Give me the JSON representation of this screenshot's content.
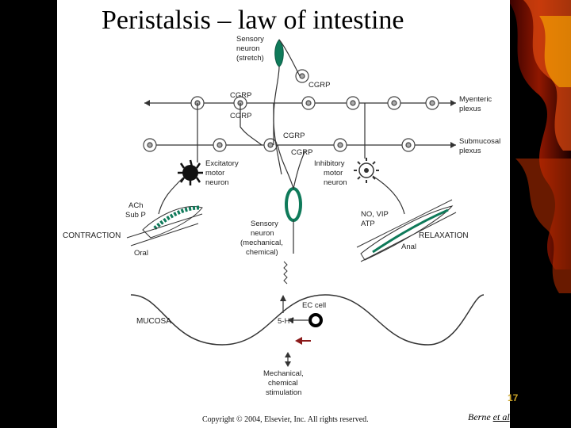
{
  "slide": {
    "title": "Peristalsis – law of intestine",
    "page_number": "17",
    "citation_author": "Berne",
    "citation_suffix": "et al",
    "copyright": "Copyright © 2004, Elsevier, Inc. All rights reserved."
  },
  "diagram": {
    "sensory_stretch": [
      "Sensory",
      "neuron",
      "(stretch)"
    ],
    "cgrp_top_left": "CGRP",
    "cgrp_top_right": "CGRP",
    "cgrp_left_lower": "CGRP",
    "cgrp_mid_upper": "CGRP",
    "cgrp_mid_lower": "CGRP",
    "myenteric": [
      "Myenteric",
      "plexus"
    ],
    "submucosal": [
      "Submucosal",
      "plexus"
    ],
    "excitatory": [
      "Excitatory",
      "motor",
      "neuron"
    ],
    "inhibitory": [
      "Inhibitory",
      "motor",
      "neuron"
    ],
    "ach": [
      "ACh",
      "Sub P"
    ],
    "no_vip": [
      "NO, VIP",
      "ATP"
    ],
    "contraction": "CONTRACTION",
    "relaxation": "RELAXATION",
    "oral": "Oral",
    "anal": "Anal",
    "sensory_mech": [
      "Sensory",
      "neuron",
      "(mechanical,",
      "chemical)"
    ],
    "mucosa": "MUCOSA",
    "ec_cell": "EC cell",
    "serotonin": "5-HT",
    "stimulation": [
      "Mechanical,",
      "chemical",
      "stimulation"
    ]
  },
  "colors": {
    "accent_green": "#0f7a5a",
    "arrow_red": "#8b1a1a",
    "page_number": "#c9a227"
  }
}
